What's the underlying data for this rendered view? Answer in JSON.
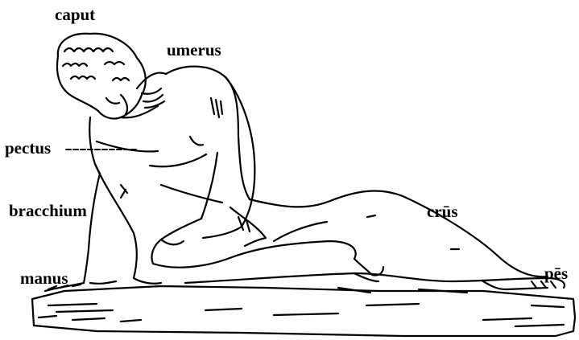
{
  "labels": {
    "caput": "caput",
    "umerus": "umerus",
    "pectus": "pectus",
    "bracchium": "bracchium",
    "crus": "crūs",
    "manus": "manus",
    "pes": "pēs"
  },
  "colors": {
    "ink": "#000000",
    "background": "#ffffff"
  }
}
